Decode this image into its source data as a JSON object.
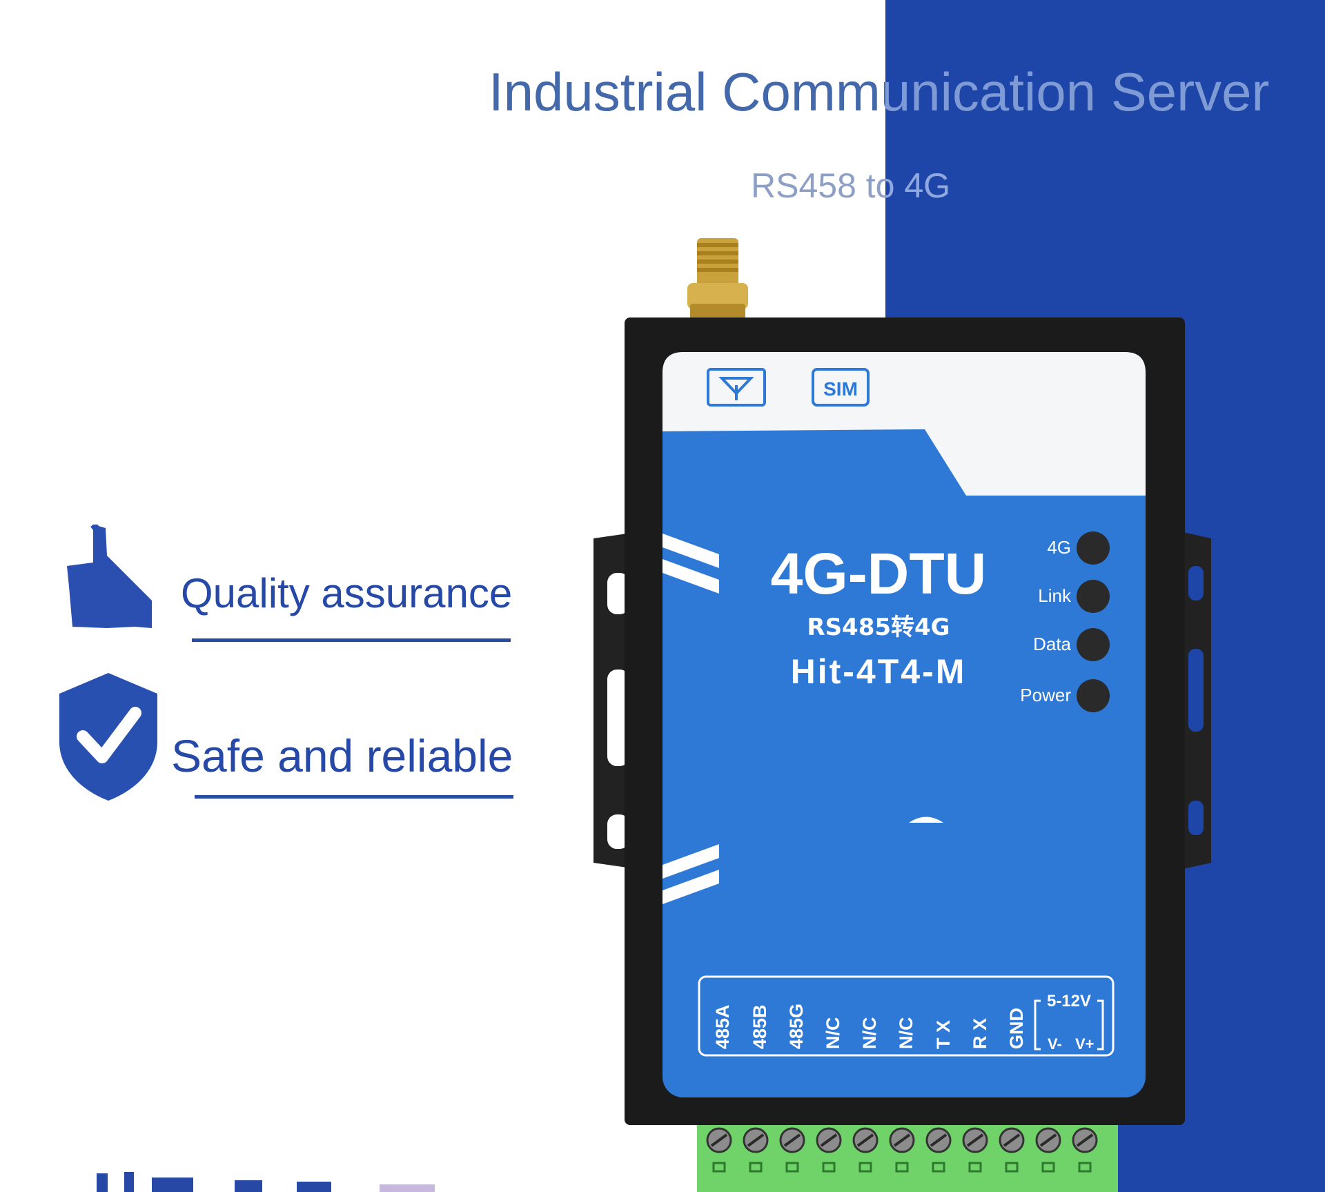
{
  "header": {
    "title": "Industrial Communication Server",
    "subtitle": "RS458 to 4G"
  },
  "features": [
    {
      "label": "Quality assurance",
      "icon": "thumbs-up-icon"
    },
    {
      "label": "Safe and reliable",
      "icon": "shield-check-icon"
    }
  ],
  "device": {
    "top_icons": {
      "antenna_icon": "antenna-icon",
      "sim_label": "SIM"
    },
    "title": "4G-DTU",
    "line2": "RS485转4G",
    "model": "Hit-4T4-M",
    "leds": [
      "4G",
      "Link",
      "Data",
      "Power"
    ],
    "terminals": [
      "485A",
      "485B",
      "485G",
      "N/C",
      "N/C",
      "N/C",
      "T X",
      "R X",
      "GND"
    ],
    "power": {
      "range": "5-12V",
      "minus": "V-",
      "plus": "V+"
    }
  },
  "colors": {
    "brand_blue": "#1e45a8",
    "panel_blue": "#2f79d6",
    "terminal_green": "#6fd36a",
    "housing_black": "#1b1b1b"
  }
}
